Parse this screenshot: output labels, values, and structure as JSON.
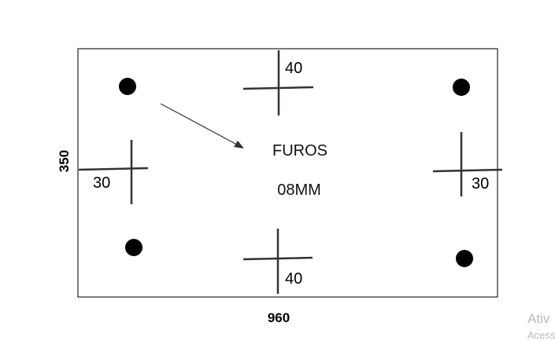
{
  "plate": {
    "width_label": "960",
    "height_label": "350"
  },
  "note": {
    "line1": "FUROS",
    "line2": "08MM"
  },
  "offsets": {
    "top": "40",
    "bottom": "40",
    "left": "30",
    "right": "30"
  },
  "holes": [
    {
      "name": "hole-top-left"
    },
    {
      "name": "hole-top-right"
    },
    {
      "name": "hole-bottom-left"
    },
    {
      "name": "hole-bottom-right"
    }
  ],
  "watermark": {
    "line1": "Ativ",
    "line2": "Acess"
  }
}
